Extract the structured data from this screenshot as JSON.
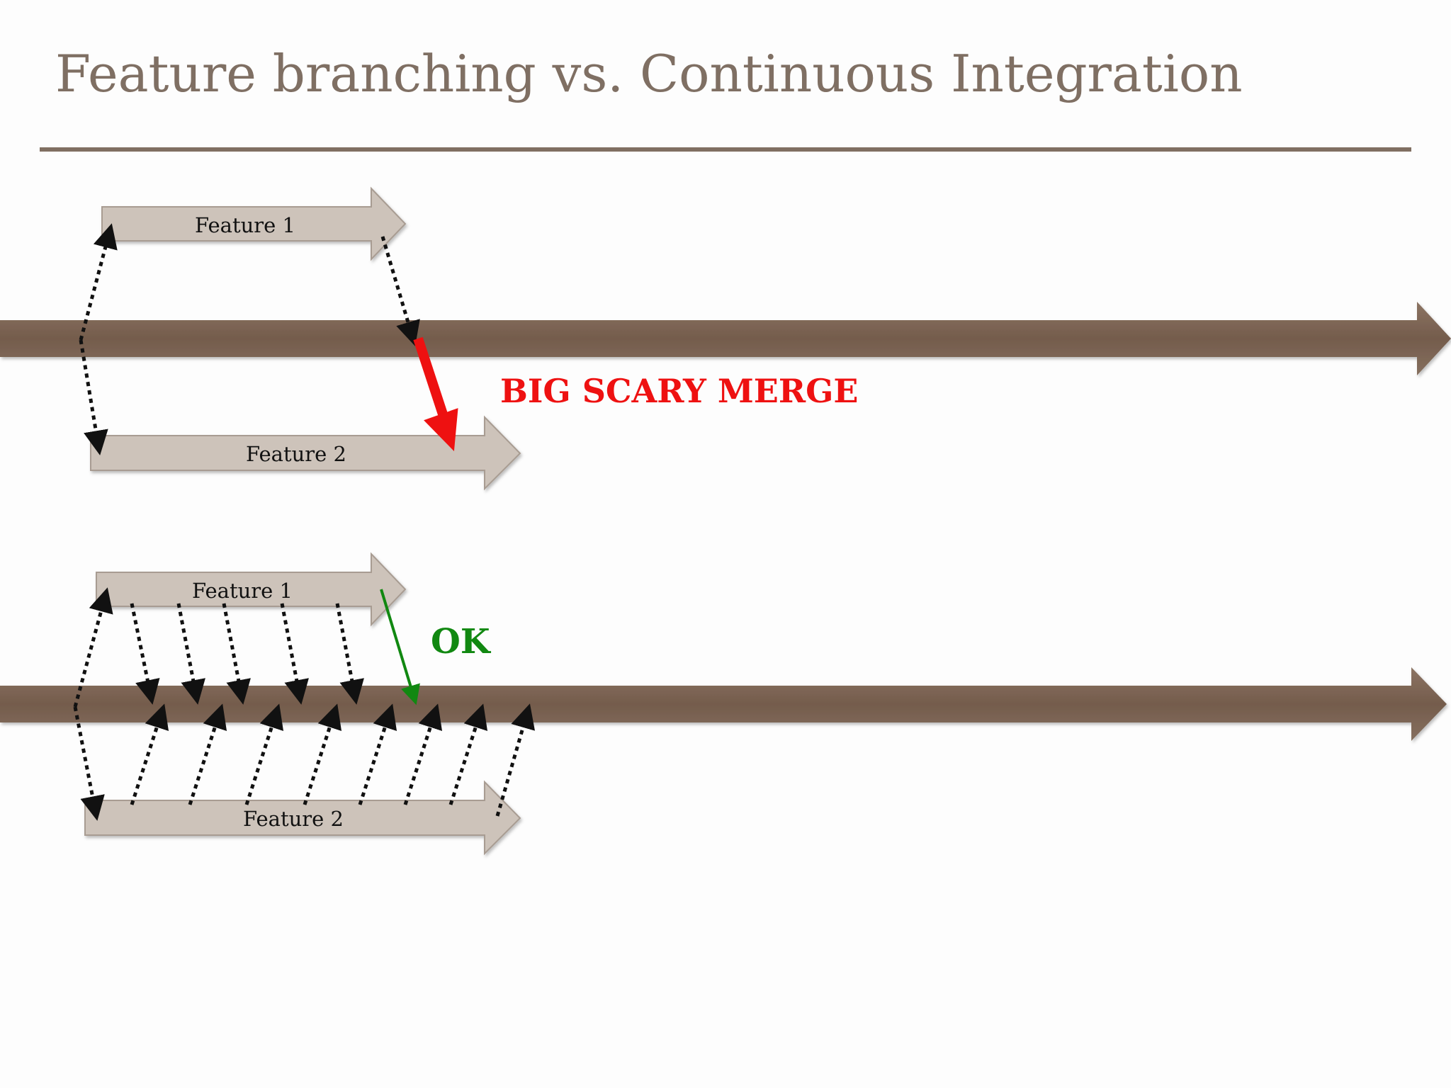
{
  "slide": {
    "title": "Feature branching vs. Continuous Integration"
  },
  "feature_branching": {
    "branch_top_label": "Feature 1",
    "branch_bottom_label": "Feature 2",
    "callout": "BIG SCARY MERGE",
    "callout_color": "#ee1111"
  },
  "continuous_integration": {
    "branch_top_label": "Feature 1",
    "branch_bottom_label": "Feature 2",
    "callout": "OK",
    "callout_color": "#118811"
  },
  "colors": {
    "title": "#7f6f63",
    "trunk": "#7a6252",
    "branch_fill": "#cdc3ba",
    "branch_stroke": "#a89c92",
    "sync_line": "#111111"
  }
}
